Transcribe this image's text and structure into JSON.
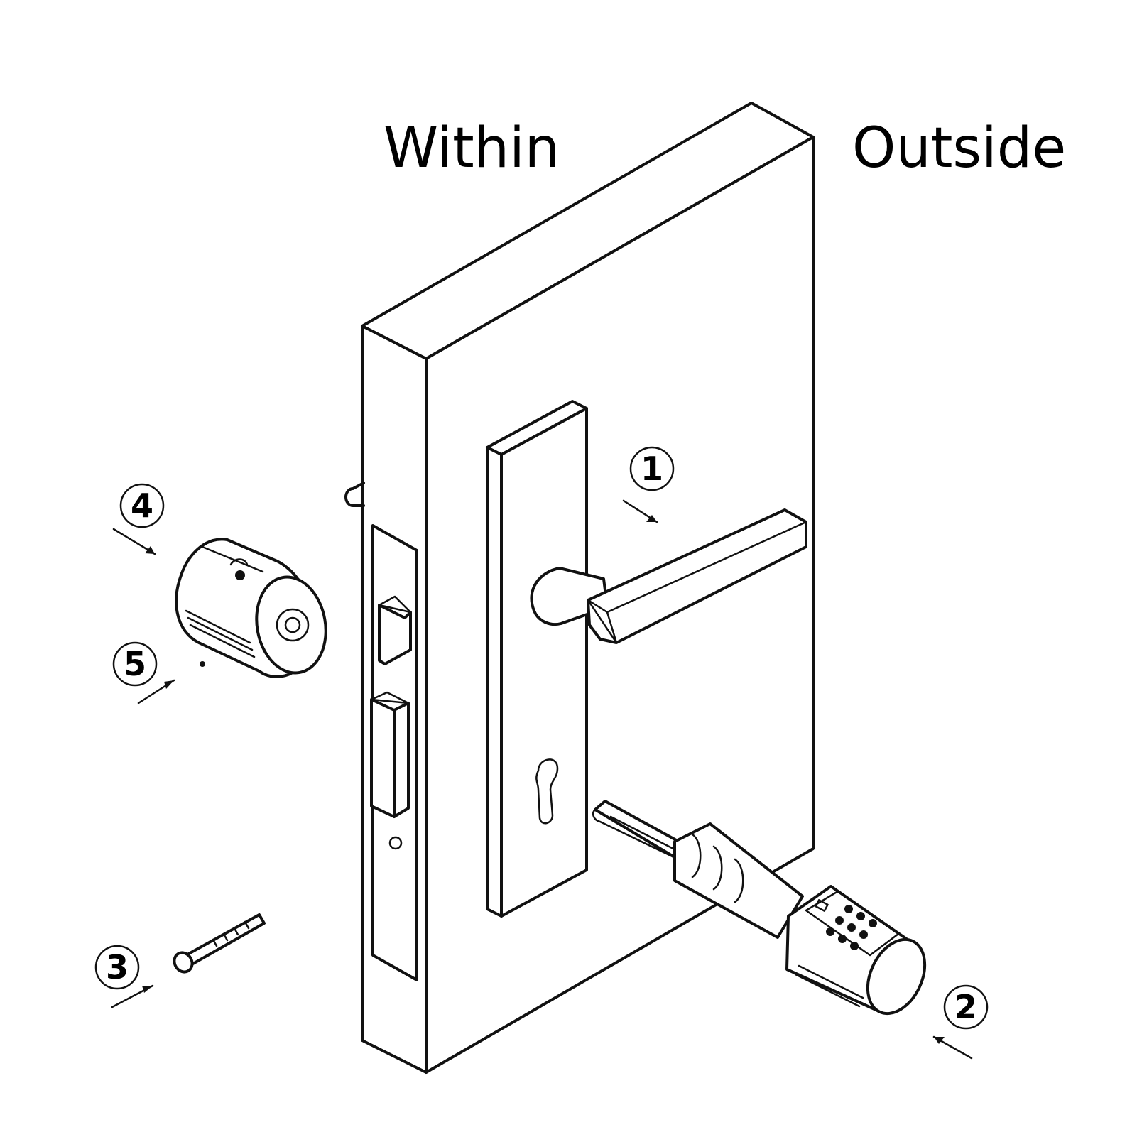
{
  "labels": {
    "within": "Within",
    "outside": "Outside"
  },
  "callouts": [
    {
      "id": "1",
      "text": "1"
    },
    {
      "id": "2",
      "text": "2"
    },
    {
      "id": "3",
      "text": "3"
    },
    {
      "id": "4",
      "text": "4"
    },
    {
      "id": "5",
      "text": "5"
    }
  ],
  "icons": [
    "door-icon",
    "handle-icon",
    "escutcheon-plate-icon",
    "smart-cylinder-icon",
    "keypad-icon",
    "screw-icon",
    "cylinder-knob-icon"
  ]
}
